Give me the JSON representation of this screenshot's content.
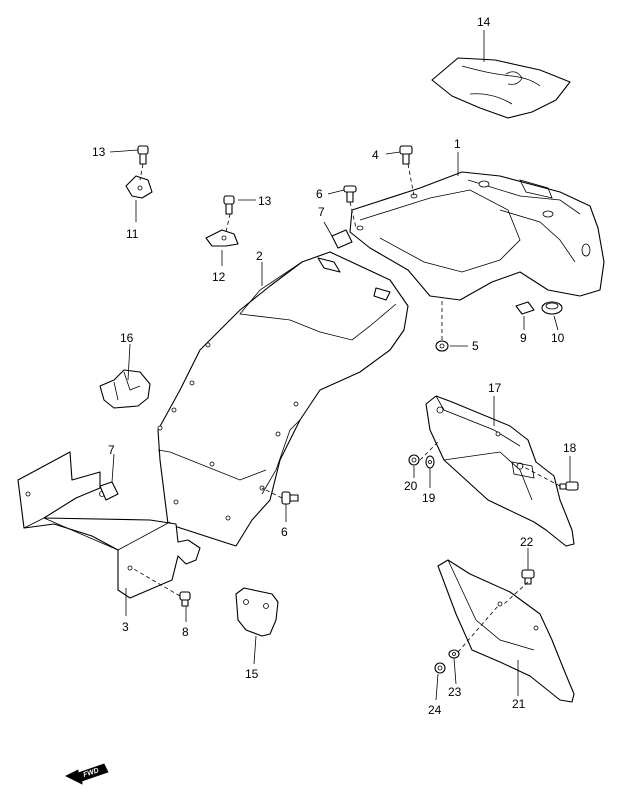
{
  "callouts": [
    {
      "id": "p1",
      "label": "1"
    },
    {
      "id": "p2",
      "label": "2"
    },
    {
      "id": "p3",
      "label": "3"
    },
    {
      "id": "p4",
      "label": "4"
    },
    {
      "id": "p5",
      "label": "5"
    },
    {
      "id": "p6a",
      "label": "6"
    },
    {
      "id": "p6b",
      "label": "6"
    },
    {
      "id": "p7a",
      "label": "7"
    },
    {
      "id": "p7b",
      "label": "7"
    },
    {
      "id": "p8",
      "label": "8"
    },
    {
      "id": "p9",
      "label": "9"
    },
    {
      "id": "p10",
      "label": "10"
    },
    {
      "id": "p11",
      "label": "11"
    },
    {
      "id": "p12",
      "label": "12"
    },
    {
      "id": "p13a",
      "label": "13"
    },
    {
      "id": "p13b",
      "label": "13"
    },
    {
      "id": "p14",
      "label": "14"
    },
    {
      "id": "p15",
      "label": "15"
    },
    {
      "id": "p16",
      "label": "16"
    },
    {
      "id": "p17",
      "label": "17"
    },
    {
      "id": "p18",
      "label": "18"
    },
    {
      "id": "p19",
      "label": "19"
    },
    {
      "id": "p20",
      "label": "20"
    },
    {
      "id": "p21",
      "label": "21"
    },
    {
      "id": "p22",
      "label": "22"
    },
    {
      "id": "p23",
      "label": "23"
    },
    {
      "id": "p24",
      "label": "24"
    }
  ],
  "forward_marker": {
    "label": "FWD",
    "icon": "forward-arrow-icon"
  },
  "colors": {
    "line": "#000000",
    "background": "#ffffff"
  }
}
